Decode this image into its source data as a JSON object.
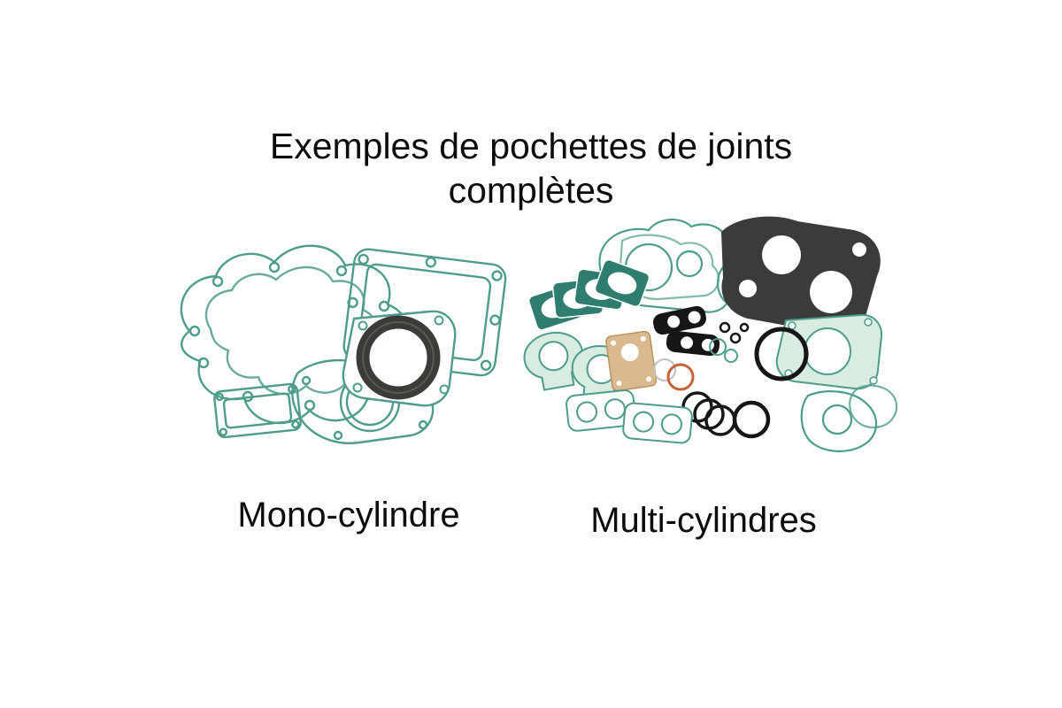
{
  "title": {
    "line1": "Exemples de pochettes de joints",
    "line2": "complètes"
  },
  "captions": {
    "mono": "Mono-cylindre",
    "multi": "Multi-cylindres"
  },
  "illustrations": {
    "mono": "mono-cylinder-complete-gasket-kit-illustration",
    "multi": "multi-cylinder-complete-gasket-kit-illustration"
  },
  "colors": {
    "background": "#ffffff",
    "text": "#0c0c0c",
    "gasket_teal": "#4d9c8c",
    "gasket_teal_dark": "#2f7d6e",
    "gasket_mint": "#d8ece2",
    "gasket_tan": "#d9b98d",
    "gasket_dark": "#3b3b39",
    "o_ring_black": "#161616",
    "o_ring_orange": "#c4633a"
  }
}
